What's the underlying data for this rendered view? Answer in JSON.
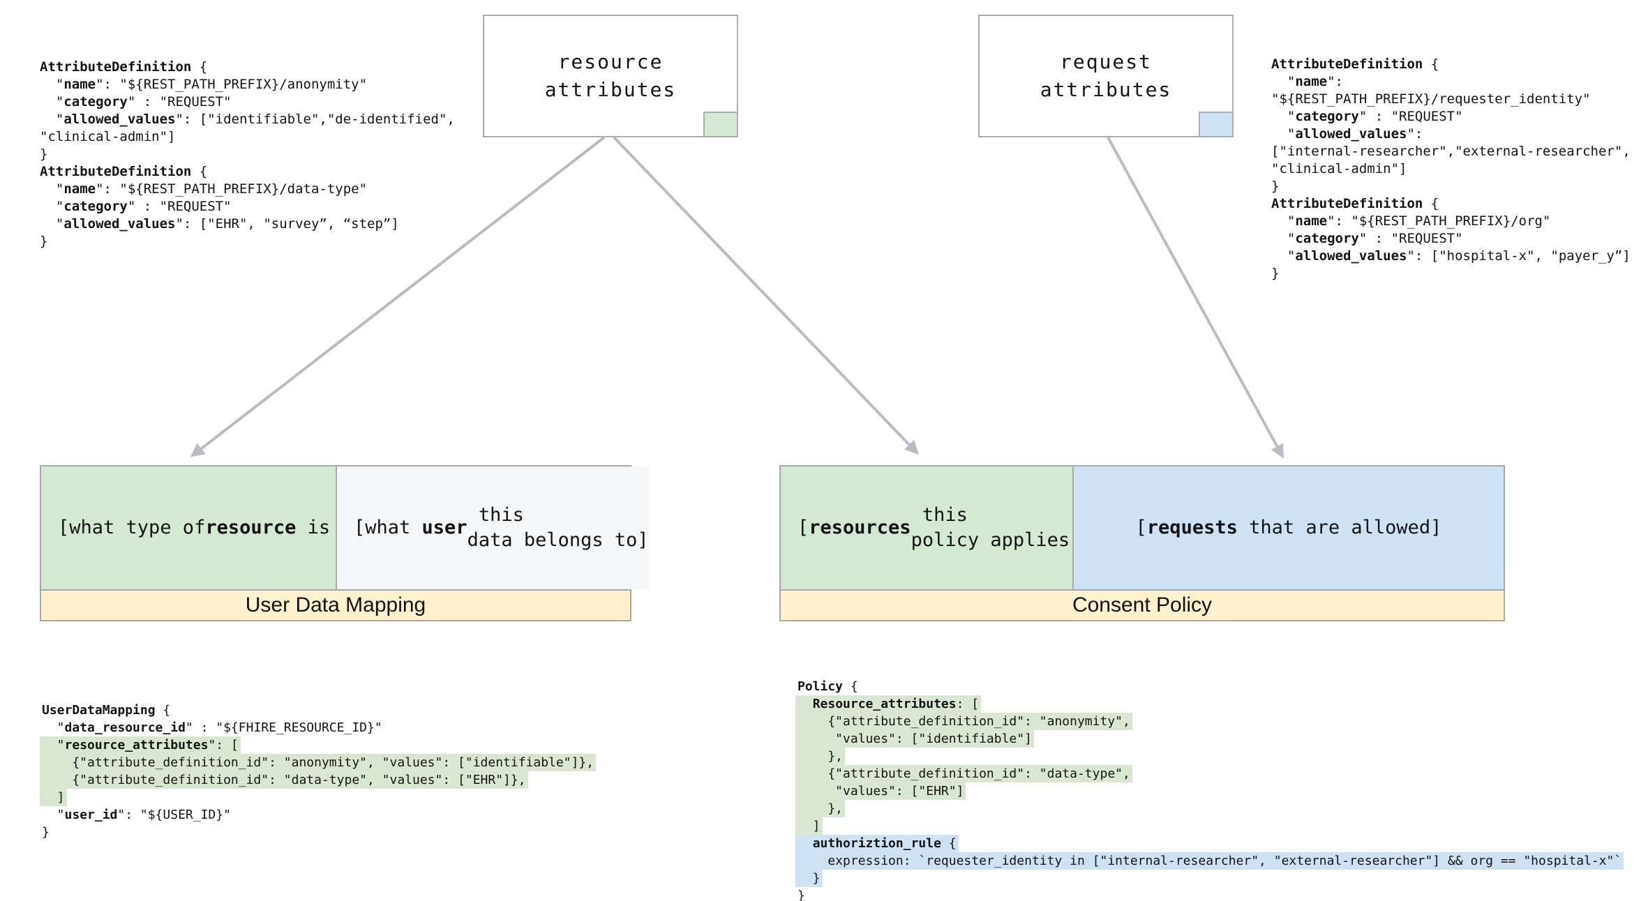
{
  "colors": {
    "green": "#d5e8d4",
    "blue": "#cfe2f3",
    "yellow": "#fff2cc",
    "box_border": "#a9aeb4",
    "arrow": "#b8bdc4",
    "highlight_green": "#d9e7d2",
    "highlight_blue": "#cfe2f3"
  },
  "nodes": {
    "resource_attributes": {
      "label": "resource\nattributes",
      "chip_color": "green"
    },
    "request_attributes": {
      "label": "request\nattributes",
      "chip_color": "blue"
    }
  },
  "user_data_mapping": {
    "title": "User Data Mapping",
    "left_cell": {
      "segs": [
        [
          "n",
          "[what type of\n"
        ],
        [
          "b",
          "resource"
        ],
        [
          "n",
          " is this]"
        ]
      ]
    },
    "right_cell": {
      "segs": [
        [
          "n",
          "[what "
        ],
        [
          "b",
          "user"
        ],
        [
          "n",
          " this\ndata belongs to]"
        ]
      ]
    }
  },
  "consent_policy": {
    "title": "Consent Policy",
    "left_cell": {
      "segs": [
        [
          "n",
          "["
        ],
        [
          "b",
          "resources"
        ],
        [
          "n",
          " this\npolicy applies to]"
        ]
      ]
    },
    "right_cell": {
      "segs": [
        [
          "n",
          "["
        ],
        [
          "b",
          "requests"
        ],
        [
          "n",
          " that are allowed]"
        ]
      ]
    }
  },
  "code_blocks": {
    "attrdef_left": {
      "lines": [
        {
          "hl": null,
          "segs": [
            [
              "b",
              "AttributeDefinition"
            ],
            [
              "n",
              " {"
            ]
          ]
        },
        {
          "hl": null,
          "segs": [
            [
              "n",
              "  \""
            ],
            [
              "b",
              "name"
            ],
            [
              "n",
              "\": \"${REST_PATH_PREFIX}/anonymity\""
            ]
          ]
        },
        {
          "hl": null,
          "segs": [
            [
              "n",
              "  \""
            ],
            [
              "b",
              "category"
            ],
            [
              "n",
              "\" : \"REQUEST\""
            ]
          ]
        },
        {
          "hl": null,
          "segs": [
            [
              "n",
              "  \""
            ],
            [
              "b",
              "allowed_values"
            ],
            [
              "n",
              "\": [\"identifiable\",\"de-identified\","
            ]
          ]
        },
        {
          "hl": null,
          "segs": [
            [
              "n",
              "\"clinical-admin\"]"
            ]
          ]
        },
        {
          "hl": null,
          "segs": [
            [
              "n",
              "}"
            ]
          ]
        },
        {
          "hl": null,
          "segs": [
            [
              "b",
              "AttributeDefinition"
            ],
            [
              "n",
              " {"
            ]
          ]
        },
        {
          "hl": null,
          "segs": [
            [
              "n",
              "  \""
            ],
            [
              "b",
              "name"
            ],
            [
              "n",
              "\": \"${REST_PATH_PREFIX}/data-type\""
            ]
          ]
        },
        {
          "hl": null,
          "segs": [
            [
              "n",
              "  \""
            ],
            [
              "b",
              "category"
            ],
            [
              "n",
              "\" : \"REQUEST\""
            ]
          ]
        },
        {
          "hl": null,
          "segs": [
            [
              "n",
              "  \""
            ],
            [
              "b",
              "allowed_values"
            ],
            [
              "n",
              "\": [\"EHR\", \"survey”, “step”]"
            ]
          ]
        },
        {
          "hl": null,
          "segs": [
            [
              "n",
              "}"
            ]
          ]
        }
      ]
    },
    "attrdef_right": {
      "lines": [
        {
          "hl": null,
          "segs": [
            [
              "b",
              "AttributeDefinition"
            ],
            [
              "n",
              " {"
            ]
          ]
        },
        {
          "hl": null,
          "segs": [
            [
              "n",
              "  \""
            ],
            [
              "b",
              "name"
            ],
            [
              "n",
              "\":"
            ]
          ]
        },
        {
          "hl": null,
          "segs": [
            [
              "n",
              "\"${REST_PATH_PREFIX}/requester_identity\""
            ]
          ]
        },
        {
          "hl": null,
          "segs": [
            [
              "n",
              "  \""
            ],
            [
              "b",
              "category"
            ],
            [
              "n",
              "\" : \"REQUEST\""
            ]
          ]
        },
        {
          "hl": null,
          "segs": [
            [
              "n",
              "  \""
            ],
            [
              "b",
              "allowed_values"
            ],
            [
              "n",
              "\":"
            ]
          ]
        },
        {
          "hl": null,
          "segs": [
            [
              "n",
              "[\"internal-researcher\",\"external-researcher\","
            ]
          ]
        },
        {
          "hl": null,
          "segs": [
            [
              "n",
              "\"clinical-admin\"]"
            ]
          ]
        },
        {
          "hl": null,
          "segs": [
            [
              "n",
              "}"
            ]
          ]
        },
        {
          "hl": null,
          "segs": [
            [
              "b",
              "AttributeDefinition"
            ],
            [
              "n",
              " {"
            ]
          ]
        },
        {
          "hl": null,
          "segs": [
            [
              "n",
              "  \""
            ],
            [
              "b",
              "name"
            ],
            [
              "n",
              "\": \"${REST_PATH_PREFIX}/org\""
            ]
          ]
        },
        {
          "hl": null,
          "segs": [
            [
              "n",
              "  \""
            ],
            [
              "b",
              "category"
            ],
            [
              "n",
              "\" : \"REQUEST\""
            ]
          ]
        },
        {
          "hl": null,
          "segs": [
            [
              "n",
              "  \""
            ],
            [
              "b",
              "allowed_values"
            ],
            [
              "n",
              "\": [\"hospital-x\", \"payer_y”]"
            ]
          ]
        },
        {
          "hl": null,
          "segs": [
            [
              "n",
              "}"
            ]
          ]
        }
      ]
    },
    "user_data_mapping": {
      "lines": [
        {
          "hl": null,
          "segs": [
            [
              "b",
              "UserDataMapping"
            ],
            [
              "n",
              " {"
            ]
          ]
        },
        {
          "hl": null,
          "segs": [
            [
              "n",
              "  \""
            ],
            [
              "b",
              "data_resource_id"
            ],
            [
              "n",
              "\" : \"${FHIRE_RESOURCE_ID}\""
            ]
          ]
        },
        {
          "hl": "green",
          "segs": [
            [
              "n",
              "  \""
            ],
            [
              "b",
              "resource_attributes"
            ],
            [
              "n",
              "\": ["
            ]
          ]
        },
        {
          "hl": "green",
          "segs": [
            [
              "n",
              "    {\"attribute_definition_id\": \"anonymity\", \"values\": [\"identifiable\"]},"
            ]
          ]
        },
        {
          "hl": "green",
          "segs": [
            [
              "n",
              "    {\"attribute_definition_id\": \"data-type\", \"values\": [\"EHR\"]},"
            ]
          ]
        },
        {
          "hl": "green",
          "segs": [
            [
              "n",
              "  ]"
            ]
          ]
        },
        {
          "hl": null,
          "segs": [
            [
              "n",
              "  \""
            ],
            [
              "b",
              "user_id"
            ],
            [
              "n",
              "\": \"${USER_ID}\""
            ]
          ]
        },
        {
          "hl": null,
          "segs": [
            [
              "n",
              "}"
            ]
          ]
        }
      ]
    },
    "policy": {
      "lines": [
        {
          "hl": null,
          "segs": [
            [
              "b",
              "Policy"
            ],
            [
              "n",
              " {"
            ]
          ]
        },
        {
          "hl": "green",
          "segs": [
            [
              "n",
              "  "
            ],
            [
              "b",
              "Resource_attributes"
            ],
            [
              "n",
              ": ["
            ]
          ]
        },
        {
          "hl": "green",
          "segs": [
            [
              "n",
              "    {\"attribute_definition_id\": \"anonymity\","
            ]
          ]
        },
        {
          "hl": "green",
          "segs": [
            [
              "n",
              "     \"values\": [\"identifiable\"]"
            ]
          ]
        },
        {
          "hl": "green",
          "segs": [
            [
              "n",
              "    },"
            ]
          ]
        },
        {
          "hl": "green",
          "segs": [
            [
              "n",
              "    {\"attribute_definition_id\": \"data-type\","
            ]
          ]
        },
        {
          "hl": "green",
          "segs": [
            [
              "n",
              "     \"values\": [\"EHR\"]"
            ]
          ]
        },
        {
          "hl": "green",
          "segs": [
            [
              "n",
              "    },"
            ]
          ]
        },
        {
          "hl": "green",
          "segs": [
            [
              "n",
              "  ]"
            ]
          ]
        },
        {
          "hl": "blue",
          "segs": [
            [
              "n",
              "  "
            ],
            [
              "b",
              "authoriztion_rule"
            ],
            [
              "n",
              " {"
            ]
          ]
        },
        {
          "hl": "blue",
          "segs": [
            [
              "n",
              "    expression: `requester_identity in [\"internal-researcher\", \"external-researcher\"] && org == \"hospital-x\"`"
            ]
          ]
        },
        {
          "hl": "blue",
          "segs": [
            [
              "n",
              "  }"
            ]
          ]
        },
        {
          "hl": null,
          "segs": [
            [
              "n",
              "}"
            ]
          ]
        }
      ]
    }
  }
}
